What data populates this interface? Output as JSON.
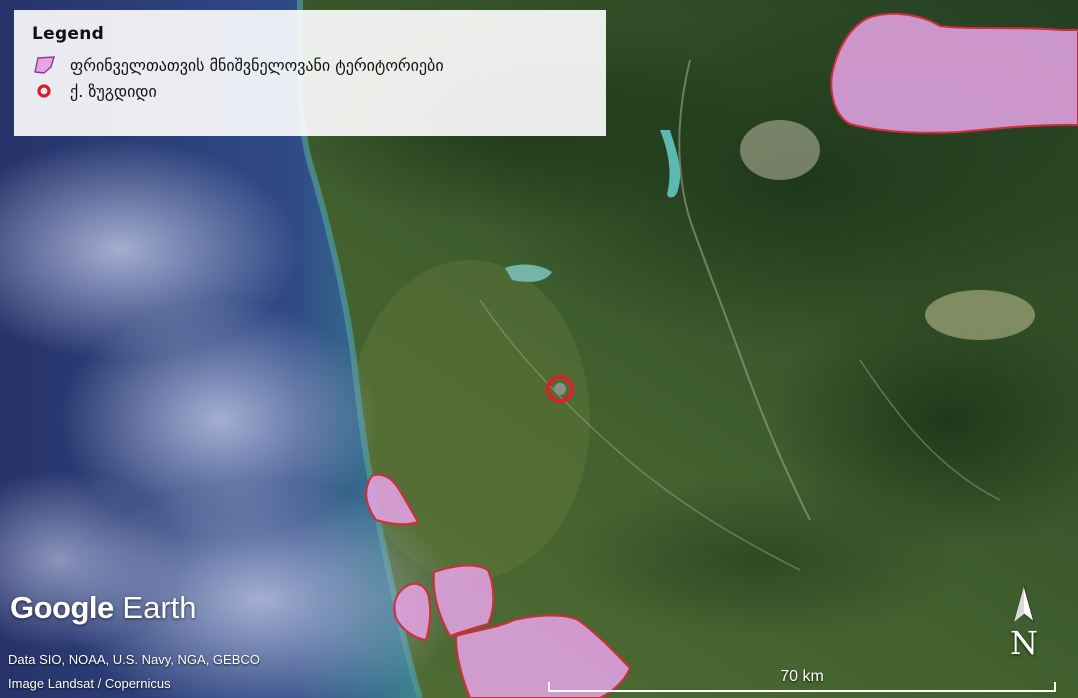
{
  "legend": {
    "title": "Legend",
    "items": [
      {
        "label": "ფრინველთათვის მნიშვნელოვანი ტერიტორიები",
        "symbol": "polygon",
        "fill": "#e7a3e6",
        "stroke": "#8c3a8c"
      },
      {
        "label": "ქ. ზუგდიდი",
        "symbol": "ring",
        "stroke": "#d61f26"
      }
    ]
  },
  "branding": {
    "google": "Google",
    "earth": "Earth"
  },
  "attribution": {
    "data": "Data SIO, NOAA, U.S. Navy, NGA, GEBCO",
    "image": "Image Landsat / Copernicus"
  },
  "scale": {
    "label": "70 km"
  },
  "compass": {
    "north_letter": "N"
  },
  "colors": {
    "iba_fill": "#e3a2e2",
    "iba_stroke": "#d02d3a",
    "city_marker": "#e01f26",
    "sea_deep": "#26346e",
    "sea_shallow": "#3d7f8c",
    "land": "#3f5a2c",
    "mountain": "#2a4a26"
  }
}
